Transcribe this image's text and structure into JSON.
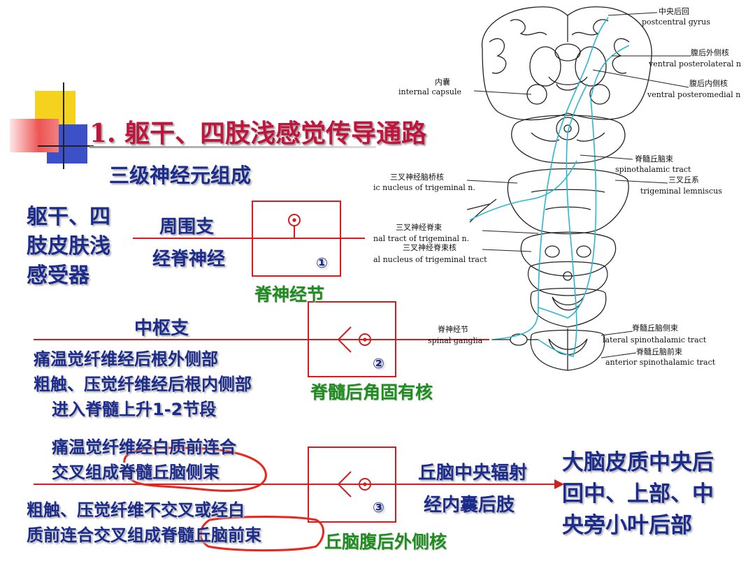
{
  "slide": {
    "title": "1. 躯干、四肢浅感觉传导通路",
    "subtitle": "三级神经元组成"
  },
  "receptor": {
    "lines": [
      "躯干、四",
      "肢皮肤浅",
      "感受器"
    ]
  },
  "neuron1": {
    "peripheral_branch": "周围支",
    "via": "经脊神经",
    "number": "①",
    "location": "脊神经节"
  },
  "neuron2": {
    "central_branch": "中枢支",
    "path_lines": [
      "痛温觉纤维经后根外侧部",
      "粗触、压觉纤维经后根内侧部",
      "进入脊髓上升1-2节段"
    ],
    "number": "②",
    "location": "脊髓后角固有核"
  },
  "neuron3": {
    "lines_lateral": [
      "痛温觉纤维经白质前连合",
      "交叉组成脊髓丘脑侧束"
    ],
    "lines_anterior": [
      "粗触、压觉纤维不交叉或经白",
      "质前连合交叉组成脊髓丘脑前束"
    ],
    "radiation": "丘脑中央辐射",
    "via": "经内囊后肢",
    "number": "③",
    "location": "丘脑腹后外侧核"
  },
  "target": {
    "lines": [
      "大脑皮质中央后",
      "回中、上部、中",
      "央旁小叶后部"
    ]
  },
  "anatomy_labels": [
    {
      "cn": "中央后回",
      "en": "postcentral gyrus"
    },
    {
      "cn": "腹后外侧核",
      "en": "ventral posterolateral n"
    },
    {
      "cn": "内囊",
      "en": "internal capsule"
    },
    {
      "cn": "腹后内侧核",
      "en": "ventral posteromedial n"
    },
    {
      "cn": "脊髓丘脑束",
      "en": "spinothalamic tract"
    },
    {
      "cn": "三叉神经脑桥核",
      "en": "ic nucleus of trigeminal n."
    },
    {
      "cn": "三叉丘系",
      "en": "trigeminal lemniscus"
    },
    {
      "cn": "三叉神经脊束",
      "en": "nal tract of trigeminal n."
    },
    {
      "cn": "三叉神经脊束核",
      "en": "al nucleus of trigeminal tract"
    },
    {
      "cn": "脊神经节",
      "en": "spinal ganglia"
    },
    {
      "cn": "脊髓丘脑侧束",
      "en": "lateral spinothalamic tract"
    },
    {
      "cn": "脊髓丘脑前束",
      "en": "anterior spinothalamic tract"
    }
  ],
  "colors": {
    "title": "#c0143c",
    "text": "#1c2c8c",
    "label_green": "#1e8c1e",
    "lines_red": "#d21e1e",
    "pathway_cyan": "#2ab8d0"
  }
}
